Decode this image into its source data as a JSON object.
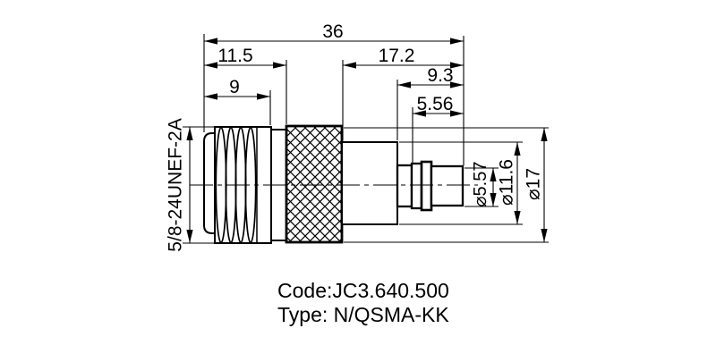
{
  "dimensions": {
    "overall_length": "36",
    "coupling_length": "11.5",
    "thread_length": "9",
    "right_section_length": "17.2",
    "qsma_section_length": "9.3",
    "tip_section_length": "5.56",
    "thread_spec": "5/8-24UNEF-2A",
    "tip_diameter": "⌀5.57",
    "mid_diameter": "⌀11.6",
    "body_diameter": "⌀17"
  },
  "footer": {
    "code": "Code:JC3.640.500",
    "type": "Type: N/QSMA-KK"
  },
  "colors": {
    "line": "#000000",
    "background": "#ffffff"
  }
}
